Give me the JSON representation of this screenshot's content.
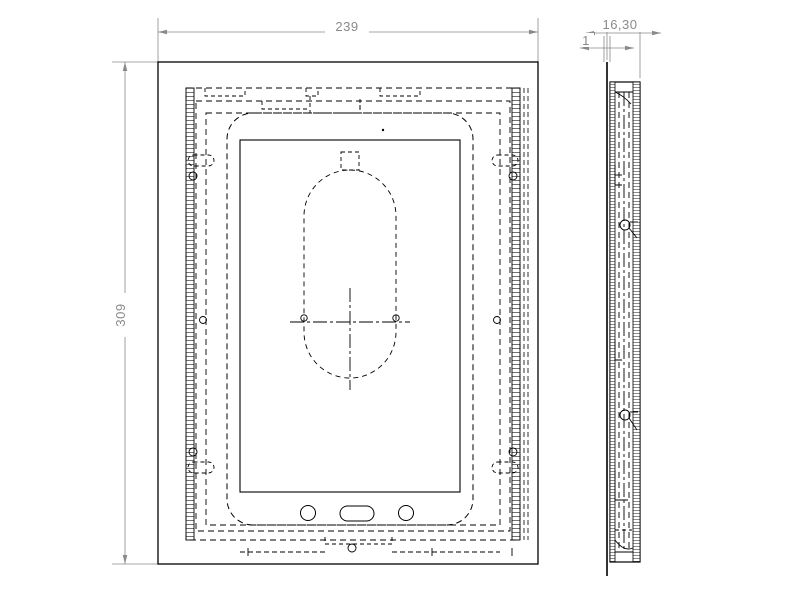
{
  "drawing": {
    "type": "cad-technical-drawing",
    "title": "Tablet enclosure / mounting frame",
    "background_color": "#ffffff",
    "line_color": "#000000",
    "dimension_color": "#8a8a8a",
    "views": [
      {
        "name": "front-view",
        "label": ""
      },
      {
        "name": "side-view",
        "label": ""
      }
    ]
  },
  "dimensions": {
    "width": {
      "value": "239",
      "name": "overall-width-dimension",
      "orientation": "horizontal",
      "view": "front-view"
    },
    "height": {
      "value": "309",
      "name": "overall-height-dimension",
      "orientation": "vertical",
      "view": "front-view"
    },
    "depth": {
      "value": "16,30",
      "name": "overall-depth-dimension",
      "orientation": "horizontal",
      "view": "side-view"
    },
    "thickness": {
      "value": "1",
      "name": "wall-thickness-dimension",
      "orientation": "horizontal",
      "view": "side-view"
    }
  },
  "features": {
    "front": {
      "outer_frame": "solid-rectangle",
      "left_edge_band": "hatched-vertical-band",
      "right_edge_band": "hatched-vertical-band",
      "tablet_outline": "rounded-rectangle-hidden",
      "screen": "solid-rectangle",
      "home_button": "rounded-rectangle",
      "sensor_left": "circle",
      "sensor_right": "circle",
      "camera_cutout": "square-hidden",
      "speaker_capsule": "stadium-hidden",
      "centermark": "center-cross",
      "slot_left": "oval-slot",
      "slot_right": "oval-slot"
    },
    "side": {
      "profile": "thin-vertical-section",
      "detail_circle_upper": "circle",
      "detail_circle_lower": "circle"
    }
  }
}
